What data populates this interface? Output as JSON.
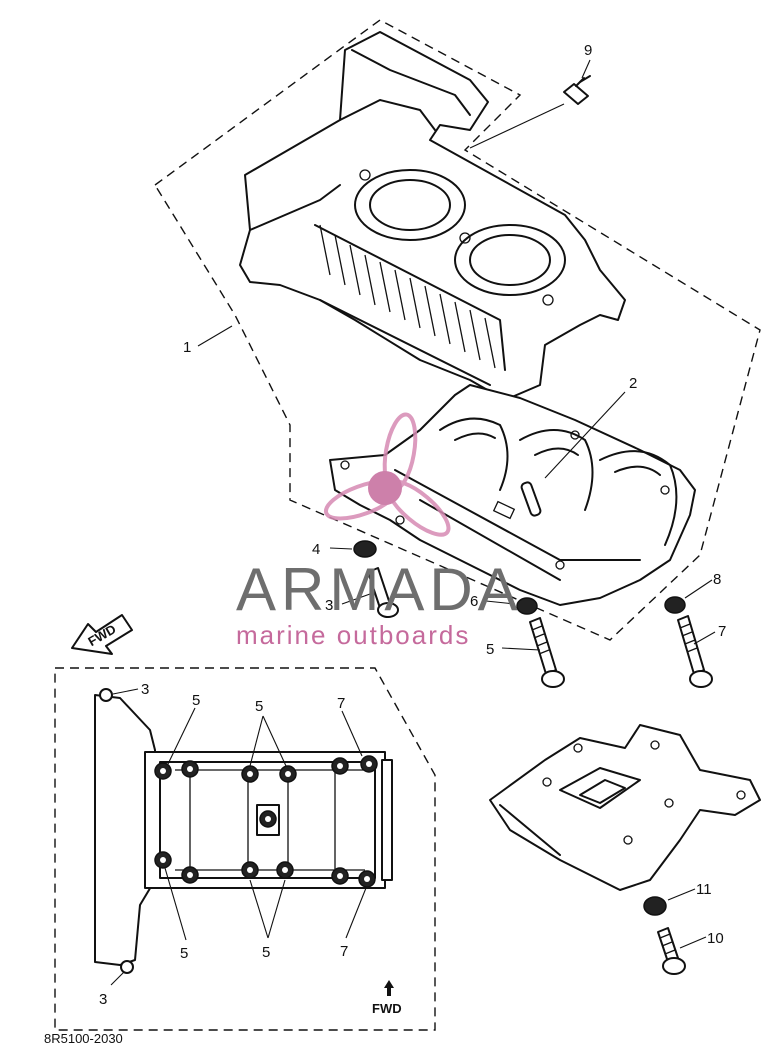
{
  "callouts": {
    "c1": "1",
    "c2": "2",
    "c3a": "3",
    "c4": "4",
    "c5a": "5",
    "c6": "6",
    "c7a": "7",
    "c8": "8",
    "c9": "9",
    "c10": "10",
    "c11": "11",
    "inset_3_top": "3",
    "inset_3_bottom": "3",
    "inset_5_top_left": "5",
    "inset_5_top_mid": "5",
    "inset_5_bottom_left": "5",
    "inset_5_bottom_mid": "5",
    "inset_7_top": "7",
    "inset_7_bottom": "7"
  },
  "fwd_labels": {
    "main_arrow": "FWD",
    "inset_arrow": "FWD"
  },
  "diagram_code": "8R5100-2030",
  "watermark": {
    "brand": "ARMADA",
    "tagline": "marine outboards",
    "color_brand": "#6e6e6e",
    "color_accent": "#c56a9c"
  }
}
